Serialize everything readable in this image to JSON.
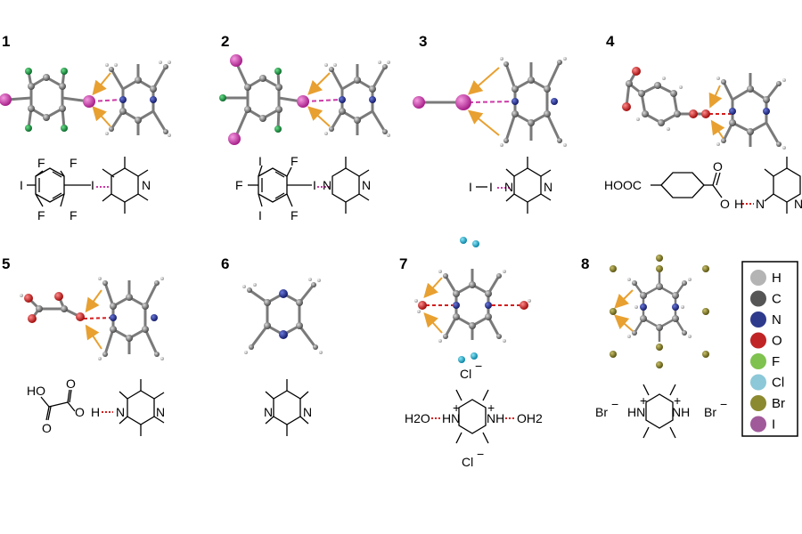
{
  "panels": [
    {
      "id": "1",
      "formula_labels": [
        "F",
        "F",
        "I",
        "I",
        "F",
        "F",
        "N"
      ]
    },
    {
      "id": "2",
      "formula_labels": [
        "I",
        "F",
        "F",
        "I",
        "F",
        "I",
        "N",
        "N"
      ]
    },
    {
      "id": "3",
      "formula_labels": [
        "I",
        "I",
        "N",
        "N"
      ]
    },
    {
      "id": "4",
      "formula_labels": [
        "HOOC",
        "O",
        "O",
        "H",
        "N",
        "N"
      ]
    },
    {
      "id": "5",
      "formula_labels": [
        "HO",
        "O",
        "O",
        "O",
        "H",
        "N",
        "N"
      ]
    },
    {
      "id": "6",
      "formula_labels": [
        "N",
        "N"
      ]
    },
    {
      "id": "7",
      "formula_labels": [
        "Cl",
        "H2O",
        "HN",
        "NH",
        "OH2",
        "Cl"
      ]
    },
    {
      "id": "8",
      "formula_labels": [
        "Br",
        "HN",
        "NH",
        "Br"
      ]
    }
  ],
  "legend": [
    {
      "symbol": "H",
      "color": "#b4b4b4"
    },
    {
      "symbol": "C",
      "color": "#555555"
    },
    {
      "symbol": "N",
      "color": "#2e3a8c"
    },
    {
      "symbol": "O",
      "color": "#c02424"
    },
    {
      "symbol": "F",
      "color": "#7fc24f"
    },
    {
      "symbol": "Cl",
      "color": "#8cc8d8"
    },
    {
      "symbol": "Br",
      "color": "#8c8a30"
    },
    {
      "symbol": "I",
      "color": "#a05a9a"
    }
  ],
  "colors": {
    "carbon": "#6a6a6a",
    "hydrogen": "#d8d8d8",
    "nitrogen": "#1e2a8c",
    "oxygen": "#d41e1e",
    "iodine": "#cc3aa8",
    "fluorine": "#1a8a3a",
    "chlorine": "#20a8c8",
    "bromine": "#7a7420",
    "arrow": "#e8a030",
    "contact_halogen": "#cc3aa8",
    "contact_hbond": "#d41e1e"
  },
  "charges": {
    "minus": "−",
    "plus": "+"
  }
}
